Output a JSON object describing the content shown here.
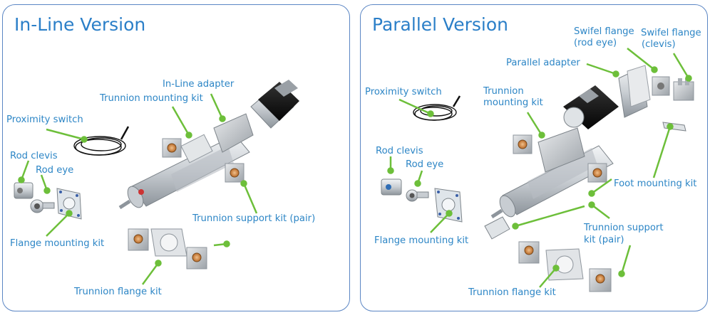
{
  "colors": {
    "accent": "#2b7fc8",
    "border": "#5b86c4",
    "leader": "#6dbf3a"
  },
  "inline": {
    "title": "In-Line Version",
    "labels": {
      "in_line_adapter": "In-Line adapter",
      "trunnion_mounting_kit": "Trunnion mounting kit",
      "proximity_switch": "Proximity switch",
      "rod_clevis": "Rod clevis",
      "rod_eye": "Rod eye",
      "trunnion_support_kit": "Trunnion support kit (pair)",
      "flange_mounting_kit": "Flange mounting kit",
      "trunnion_flange_kit": "Trunnion flange kit"
    }
  },
  "parallel": {
    "title": "Parallel Version",
    "labels": {
      "swifel_flange_rod_eye_1": "Swifel flange",
      "swifel_flange_rod_eye_2": "(rod eye)",
      "swifel_flange_clevis_1": "Swifel flange",
      "swifel_flange_clevis_2": "(clevis)",
      "parallel_adapter": "Parallel adapter",
      "proximity_switch": "Proximity switch",
      "trunnion_mounting_kit_1": "Trunnion",
      "trunnion_mounting_kit_2": "mounting kit",
      "rod_clevis": "Rod clevis",
      "rod_eye": "Rod eye",
      "foot_mounting_kit": "Foot mounting kit",
      "flange_mounting_kit": "Flange mounting kit",
      "trunnion_support_kit_1": "Trunnion support",
      "trunnion_support_kit_2": "kit (pair)",
      "trunnion_flange_kit": "Trunnion flange kit"
    }
  }
}
